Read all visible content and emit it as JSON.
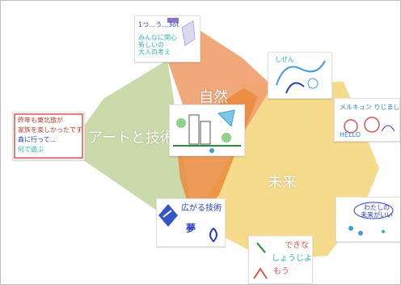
{
  "colors": {
    "art_tech": "#c8d8a6",
    "nature": "#f0a06e",
    "future": "#f7d986",
    "overlap": "#eb8a3c"
  },
  "regions": {
    "art_tech_label": "アートと技術",
    "nature_label": "自然",
    "future_label": "未来"
  },
  "cards": {
    "top": {
      "lines": [
        "1つ…う…3ot",
        "みんなに関心",
        "新しいの",
        "大人の考え"
      ]
    },
    "right_upper": {
      "lines": [
        "しぜん"
      ]
    },
    "left": {
      "lines": [
        "昨年も東北旅が",
        "家族を楽しかったです",
        "森に行って...",
        "何で遊ぶ"
      ]
    },
    "center": {
      "lines": []
    },
    "right_middle": {
      "lines": [
        "メルキュン りじました",
        "HELLO"
      ]
    },
    "bottom_left": {
      "lines": [
        "広がる技術",
        "夢"
      ]
    },
    "right_lower": {
      "lines": [
        "わたしの",
        "未来がいい"
      ]
    },
    "bottom_center": {
      "lines": [
        "できな",
        "しょうじよ",
        "もう"
      ]
    }
  }
}
